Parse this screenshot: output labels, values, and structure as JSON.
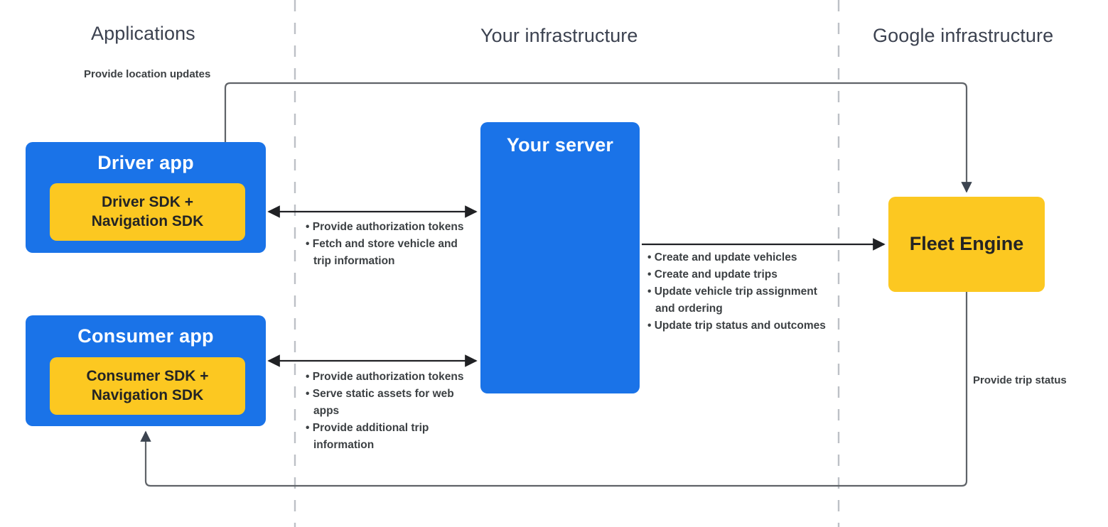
{
  "columns": [
    {
      "label": "Applications"
    },
    {
      "label": "Your infrastructure"
    },
    {
      "label": "Google infrastructure"
    }
  ],
  "colors": {
    "blue": "#1a73e8",
    "yellow": "#fcc821",
    "line": "#5f6368",
    "divider": "#bdc1c6",
    "text_dark": "#3c4043",
    "header_text": "#3c4250"
  },
  "nodes": {
    "driver_app": {
      "title": "Driver app",
      "sdk_line1": "Driver SDK +",
      "sdk_line2": "Navigation SDK"
    },
    "consumer_app": {
      "title": "Consumer app",
      "sdk_line1": "Consumer SDK +",
      "sdk_line2": "Navigation SDK"
    },
    "your_server": {
      "title": "Your server"
    },
    "fleet_engine": {
      "title": "Fleet Engine"
    }
  },
  "edges": {
    "location_updates": {
      "label": "Provide location updates"
    },
    "trip_status": {
      "label": "Provide trip status"
    },
    "driver_server": {
      "bullets": [
        "Provide authorization tokens",
        "Fetch and store vehicle and trip information"
      ]
    },
    "consumer_server": {
      "bullets": [
        "Provide authorization tokens",
        "Serve static assets for web apps",
        "Provide additional trip information"
      ]
    },
    "server_fleet": {
      "bullets": [
        "Create and update vehicles",
        "Create and update trips",
        "Update vehicle trip assignment and ordering",
        "Update trip status and outcomes"
      ]
    }
  }
}
